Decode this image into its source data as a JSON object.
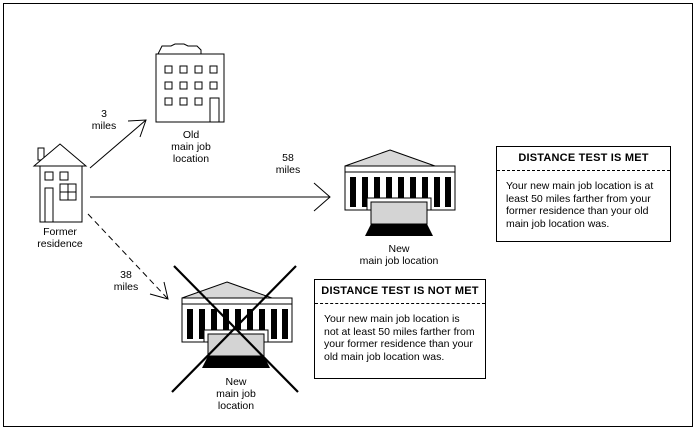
{
  "former_residence": {
    "label": "Former\nresidence"
  },
  "old_job": {
    "label": "Old\nmain job\nlocation",
    "distance": "3\nmiles"
  },
  "new_job_met": {
    "label": "New\nmain job location",
    "distance": "58\nmiles"
  },
  "new_job_not_met": {
    "label": "New\nmain job\nlocation",
    "distance": "38\nmiles"
  },
  "test_met": {
    "title": "DISTANCE TEST IS MET",
    "body": "Your new main job location is at least 50 miles farther from your former residence than your old main job location was."
  },
  "test_not_met": {
    "title": "DISTANCE TEST IS NOT MET",
    "body": "Your new main job location is not at least 50 miles farther from your former residence than your old main job location was."
  }
}
